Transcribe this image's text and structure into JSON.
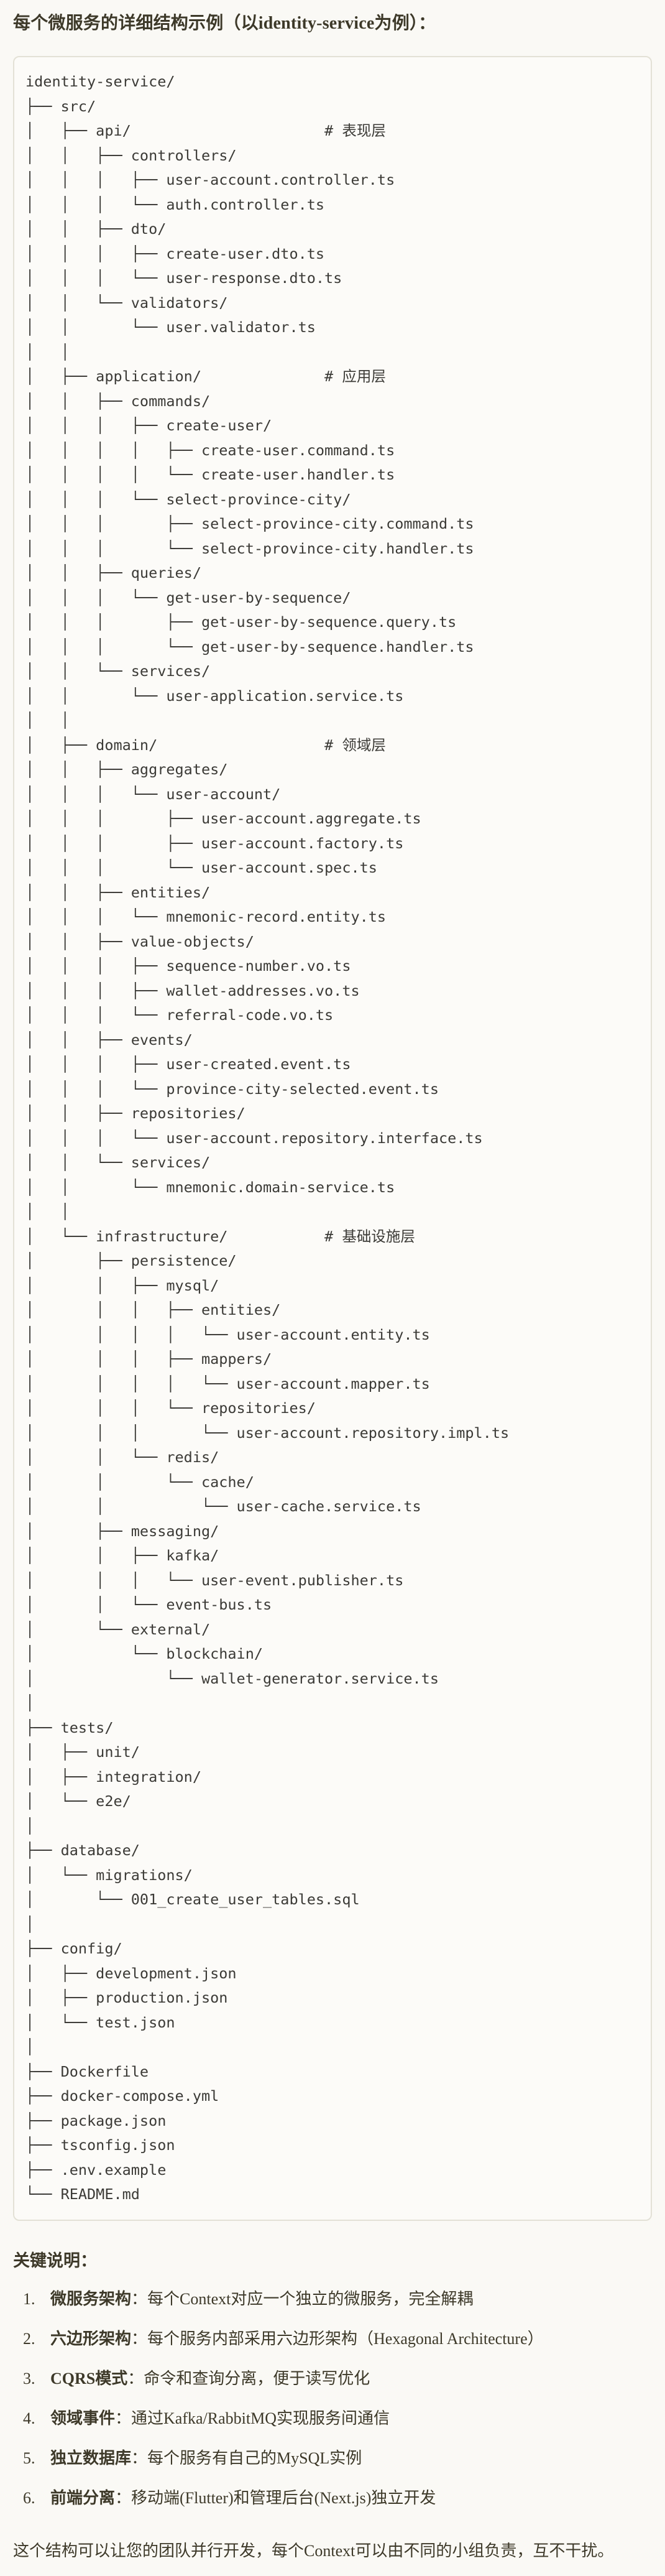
{
  "title": "每个微服务的详细结构示例（以identity-service为例）：",
  "code_block": {
    "language": "plaintext",
    "lines": [
      "identity-service/",
      "├── src/",
      "│   ├── api/                      # 表现层",
      "│   │   ├── controllers/",
      "│   │   │   ├── user-account.controller.ts",
      "│   │   │   └── auth.controller.ts",
      "│   │   ├── dto/",
      "│   │   │   ├── create-user.dto.ts",
      "│   │   │   └── user-response.dto.ts",
      "│   │   └── validators/",
      "│   │       └── user.validator.ts",
      "│   │",
      "│   ├── application/              # 应用层",
      "│   │   ├── commands/",
      "│   │   │   ├── create-user/",
      "│   │   │   │   ├── create-user.command.ts",
      "│   │   │   │   └── create-user.handler.ts",
      "│   │   │   └── select-province-city/",
      "│   │   │       ├── select-province-city.command.ts",
      "│   │   │       └── select-province-city.handler.ts",
      "│   │   ├── queries/",
      "│   │   │   └── get-user-by-sequence/",
      "│   │   │       ├── get-user-by-sequence.query.ts",
      "│   │   │       └── get-user-by-sequence.handler.ts",
      "│   │   └── services/",
      "│   │       └── user-application.service.ts",
      "│   │",
      "│   ├── domain/                   # 领域层",
      "│   │   ├── aggregates/",
      "│   │   │   └── user-account/",
      "│   │   │       ├── user-account.aggregate.ts",
      "│   │   │       ├── user-account.factory.ts",
      "│   │   │       └── user-account.spec.ts",
      "│   │   ├── entities/",
      "│   │   │   └── mnemonic-record.entity.ts",
      "│   │   ├── value-objects/",
      "│   │   │   ├── sequence-number.vo.ts",
      "│   │   │   ├── wallet-addresses.vo.ts",
      "│   │   │   └── referral-code.vo.ts",
      "│   │   ├── events/",
      "│   │   │   ├── user-created.event.ts",
      "│   │   │   └── province-city-selected.event.ts",
      "│   │   ├── repositories/",
      "│   │   │   └── user-account.repository.interface.ts",
      "│   │   └── services/",
      "│   │       └── mnemonic.domain-service.ts",
      "│   │",
      "│   └── infrastructure/           # 基础设施层",
      "│       ├── persistence/",
      "│       │   ├── mysql/",
      "│       │   │   ├── entities/",
      "│       │   │   │   └── user-account.entity.ts",
      "│       │   │   ├── mappers/",
      "│       │   │   │   └── user-account.mapper.ts",
      "│       │   │   └── repositories/",
      "│       │   │       └── user-account.repository.impl.ts",
      "│       │   └── redis/",
      "│       │       └── cache/",
      "│       │           └── user-cache.service.ts",
      "│       ├── messaging/",
      "│       │   ├── kafka/",
      "│       │   │   └── user-event.publisher.ts",
      "│       │   └── event-bus.ts",
      "│       └── external/",
      "│           └── blockchain/",
      "│               └── wallet-generator.service.ts",
      "│",
      "├── tests/",
      "│   ├── unit/",
      "│   ├── integration/",
      "│   └── e2e/",
      "│",
      "├── database/",
      "│   └── migrations/",
      "│       └── 001_create_user_tables.sql",
      "│",
      "├── config/",
      "│   ├── development.json",
      "│   ├── production.json",
      "│   └── test.json",
      "│",
      "├── Dockerfile",
      "├── docker-compose.yml",
      "├── package.json",
      "├── tsconfig.json",
      "├── .env.example",
      "└── README.md"
    ]
  },
  "notes": {
    "heading": "关键说明：",
    "items": [
      {
        "num": "1.",
        "label": "微服务架构",
        "text": "：每个Context对应一个独立的微服务，完全解耦"
      },
      {
        "num": "2.",
        "label": "六边形架构",
        "text": "：每个服务内部采用六边形架构（Hexagonal Architecture）"
      },
      {
        "num": "3.",
        "label": "CQRS模式",
        "text": "：命令和查询分离，便于读写优化"
      },
      {
        "num": "4.",
        "label": "领域事件",
        "text": "：通过Kafka/RabbitMQ实现服务间通信"
      },
      {
        "num": "5.",
        "label": "独立数据库",
        "text": "：每个服务有自己的MySQL实例"
      },
      {
        "num": "6.",
        "label": "前端分离",
        "text": "：移动端(Flutter)和管理后台(Next.js)独立开发"
      }
    ]
  },
  "closing": "这个结构可以让您的团队并行开发，每个Context可以由不同的小组负责，互不干扰。"
}
